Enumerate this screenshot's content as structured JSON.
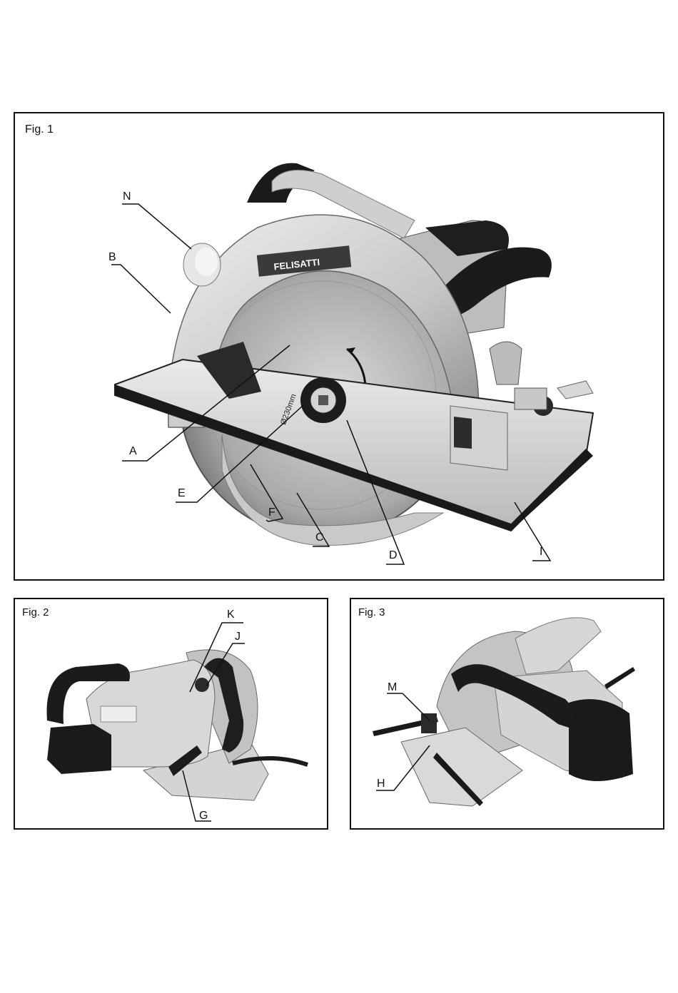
{
  "figures": {
    "fig1": {
      "title": "Fig. 1",
      "brand": "FELISATTI",
      "blade_marking": "Ø230mm",
      "callouts": {
        "A": "A",
        "B": "B",
        "C": "C",
        "D": "D",
        "E": "E",
        "F": "F",
        "I": "I",
        "N": "N"
      }
    },
    "fig2": {
      "title": "Fig. 2",
      "callouts": {
        "G": "G",
        "J": "J",
        "K": "K"
      }
    },
    "fig3": {
      "title": "Fig. 3",
      "callouts": {
        "H": "H",
        "M": "M"
      }
    }
  },
  "colors": {
    "border": "#111111",
    "housing": "#c8c8c8",
    "dark": "#1a1a1a",
    "blade": "#b4b4b4",
    "plate": "#d9d9d9"
  }
}
